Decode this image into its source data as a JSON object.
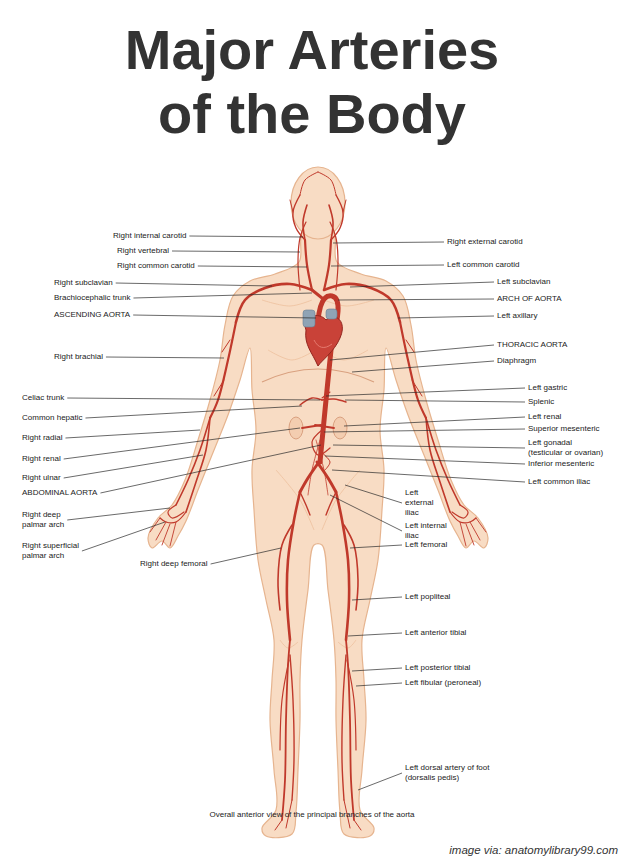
{
  "diagram": {
    "title": "Major Arteries of the Body",
    "caption": "Overall anterior view of the principal branches of the aorta",
    "labels": [
      "Right internal carotid",
      "Right vertebral",
      "Right common carotid",
      "Right subclavian",
      "Brachiocephalic trunk",
      "ASCENDING AORTA",
      "Right brachial",
      "Celiac trunk",
      "Common hepatic",
      "Right radial",
      "Right renal",
      "Right ulnar",
      "ABDOMINAL AORTA",
      "Right deep palmar arch",
      "Right superficial palmar arch",
      "Right deep femoral",
      "Right external carotid",
      "Left common carotid",
      "Left subclavian",
      "ARCH OF AORTA",
      "Left axillary",
      "THORACIC AORTA",
      "Diaphragm",
      "Left gastric",
      "Splenic",
      "Left renal",
      "Superior mesenteric",
      "Left gonadal (testicular or ovarian)",
      "Inferior mesenteric",
      "Left common iliac",
      "Left external iliac",
      "Left internal iliac",
      "Left femoral",
      "Left popliteal",
      "Left anterior tibial",
      "Left posterior tibial",
      "Left fibular (peroneal)",
      "Left dorsal artery of foot (dorsalis pedis)",
      "image via: anatomylibrary99.com"
    ]
  }
}
